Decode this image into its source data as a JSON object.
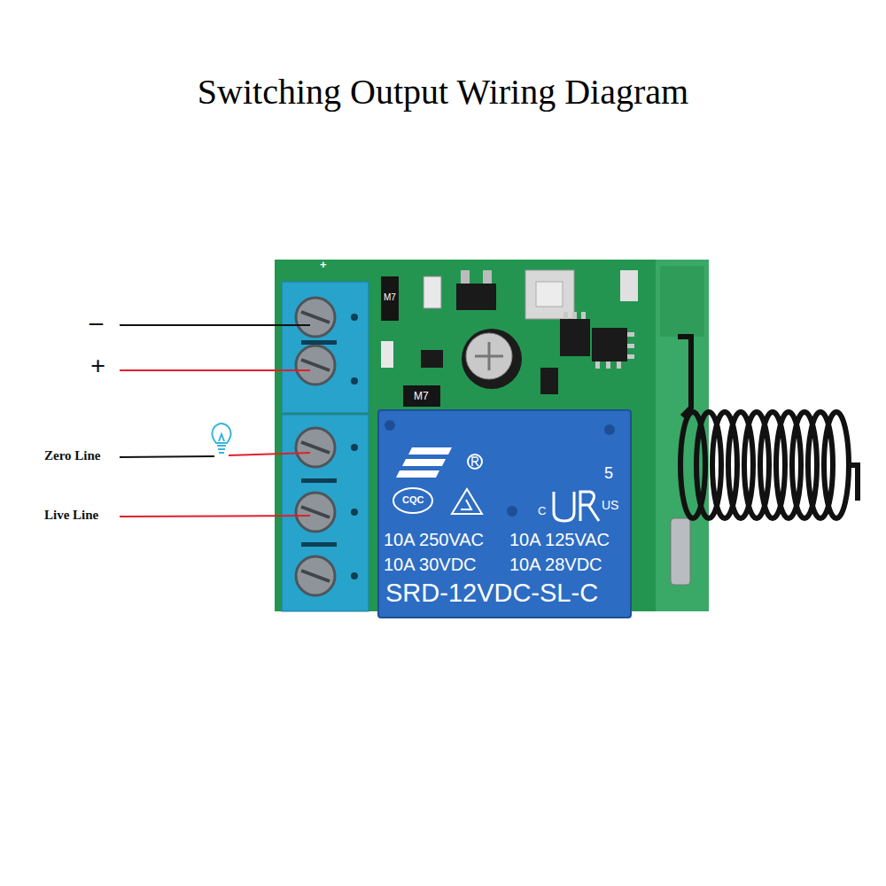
{
  "diagram": {
    "title": "Switching Output Wiring Diagram",
    "nodes": [
      {
        "text": [
          "CQC",
          "C",
          "US",
          "5",
          "10A 250VAC",
          "10A 125VAC",
          "10A 30VDC",
          "10A 28VDC",
          "SRD-12VDC-SL-C"
        ]
      }
    ],
    "labels": [
      "–",
      "+",
      "Zero Line",
      "Live Line",
      "+",
      "M7",
      "M7"
    ]
  }
}
